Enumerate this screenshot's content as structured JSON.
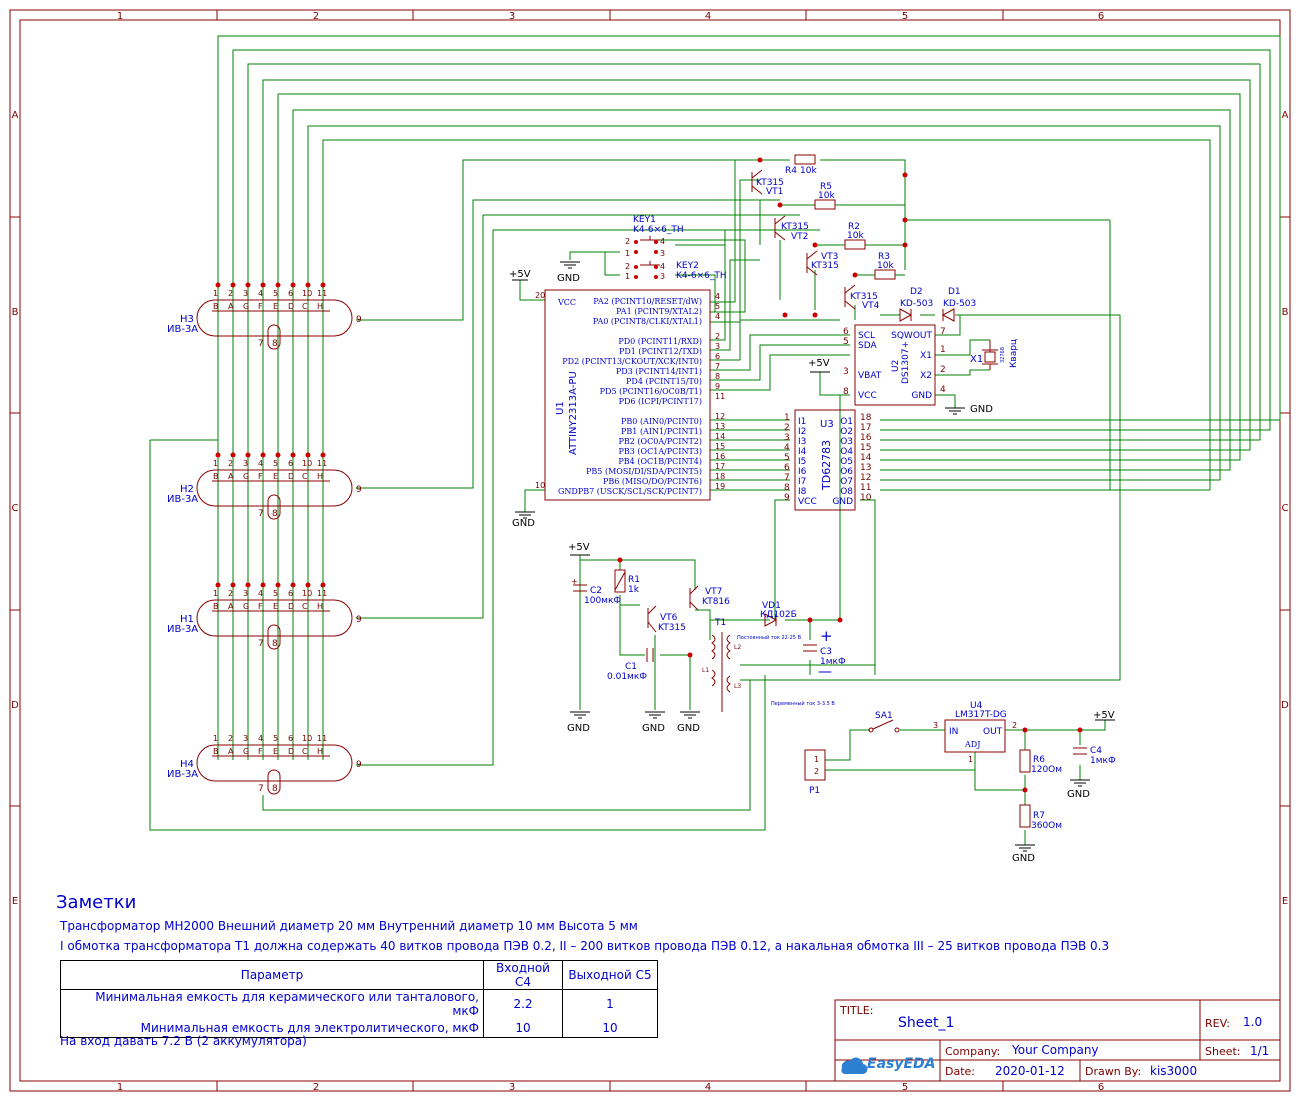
{
  "frame": {
    "columns": [
      "1",
      "2",
      "3",
      "4",
      "5",
      "6"
    ],
    "rows": [
      "A",
      "B",
      "C",
      "D",
      "E"
    ],
    "frame_color": "#8b0000",
    "wire_color": "#008000",
    "component_color": "#8b0000",
    "text_color": "#0000cc"
  },
  "parts": {
    "tubes": [
      {
        "ref": "H3",
        "value": "ИВ-3А",
        "pin9": "9",
        "pin7": "7",
        "pin8": "8"
      },
      {
        "ref": "H2",
        "value": "ИВ-3А",
        "pin9": "9",
        "pin7": "7",
        "pin8": "8"
      },
      {
        "ref": "H1",
        "value": "ИВ-3А",
        "pin9": "9",
        "pin7": "7",
        "pin8": "8"
      },
      {
        "ref": "H4",
        "value": "ИВ-3А",
        "pin9": "9",
        "pin7": "7",
        "pin8": "8"
      }
    ],
    "tube_pins": [
      {
        "seg": "B",
        "num": "1"
      },
      {
        "seg": "A",
        "num": "2"
      },
      {
        "seg": "G",
        "num": "3"
      },
      {
        "seg": "F",
        "num": "4"
      },
      {
        "seg": "E",
        "num": "5"
      },
      {
        "seg": "D",
        "num": "6"
      },
      {
        "seg": "C",
        "num": "10"
      },
      {
        "seg": "H",
        "num": "11"
      }
    ],
    "u1": {
      "ref": "U1",
      "value": "ATTINY2313A-PU",
      "vcc_label": "VCC",
      "gnd_label": "GND",
      "pins_left": [
        {
          "num": "20"
        },
        {
          "num": "10"
        }
      ],
      "pins_right": [
        {
          "name": "PA2 (PCINT10/RESET/dW)",
          "num": "4"
        },
        {
          "name": "PA1 (PCINT9/XTAL2)",
          "num": "5"
        },
        {
          "name": "PA0 (PCINT8/CLKI/XTAL1)",
          "num": "4"
        },
        {
          "name": "PD0 (PCINT11/RXD)",
          "num": "2"
        },
        {
          "name": "PD1 (PCINT12/TXD)",
          "num": "3"
        },
        {
          "name": "PD2 (PCINT13/CKOUT/XCK/INT0)",
          "num": "6"
        },
        {
          "name": "PD3 (PCINT14/INT1)",
          "num": "7"
        },
        {
          "name": "PD4 (PCINT15/T0)",
          "num": "8"
        },
        {
          "name": "PD5 (PCINT16/OC0B/T1)",
          "num": "9"
        },
        {
          "name": "PD6 (ICPI/PCINT17)",
          "num": "11"
        },
        {
          "name": "PB0 (AIN0/PCINT0)",
          "num": "12"
        },
        {
          "name": "PB1 (AIN1/PCINT1)",
          "num": "13"
        },
        {
          "name": "PB2 (OC0A/PCINT2)",
          "num": "14"
        },
        {
          "name": "PB3 (OC1A/PCINT3)",
          "num": "15"
        },
        {
          "name": "PB4 (OC1B/PCINT4)",
          "num": "16"
        },
        {
          "name": "PB5 (MOSI/DI/SDA/PCINT5)",
          "num": "17"
        },
        {
          "name": "PB6 (MISO/DO/PCINT6)",
          "num": "18"
        },
        {
          "name": "PB7 (USCK/SCL/SCK/PCINT7)",
          "num": "19"
        }
      ]
    },
    "u3": {
      "ref": "U3",
      "value": "TD62783",
      "inputs": [
        {
          "name": "I1",
          "num": "1"
        },
        {
          "name": "I2",
          "num": "2"
        },
        {
          "name": "I3",
          "num": "3"
        },
        {
          "name": "I4",
          "num": "4"
        },
        {
          "name": "I5",
          "num": "5"
        },
        {
          "name": "I6",
          "num": "6"
        },
        {
          "name": "I7",
          "num": "7"
        },
        {
          "name": "I8",
          "num": "8"
        },
        {
          "name": "VCC",
          "num": "9"
        }
      ],
      "outputs": [
        {
          "name": "O1",
          "num": "18"
        },
        {
          "name": "O2",
          "num": "17"
        },
        {
          "name": "O3",
          "num": "16"
        },
        {
          "name": "O4",
          "num": "15"
        },
        {
          "name": "O5",
          "num": "14"
        },
        {
          "name": "O6",
          "num": "13"
        },
        {
          "name": "O7",
          "num": "12"
        },
        {
          "name": "O8",
          "num": "11"
        },
        {
          "name": "GND",
          "num": "10"
        }
      ]
    },
    "u2": {
      "ref": "U2",
      "value": "DS1307+",
      "left": [
        {
          "name": "SCL",
          "num": "6"
        },
        {
          "name": "SDA",
          "num": "5"
        },
        {
          "name": "VBAT",
          "num": "3"
        },
        {
          "name": "VCC",
          "num": "8"
        }
      ],
      "right": [
        {
          "name": "SQWOUT",
          "num": "7"
        },
        {
          "name": "X1",
          "num": "1"
        },
        {
          "name": "X2",
          "num": "2"
        },
        {
          "name": "GND",
          "num": "4"
        }
      ]
    },
    "crystal": {
      "ref": "X1",
      "value": "Кварц",
      "freq": "32768"
    },
    "diodes": [
      {
        "ref": "D2",
        "value": "KD-503"
      },
      {
        "ref": "D1",
        "value": "KD-503"
      }
    ],
    "resistors": [
      {
        "ref": "R4",
        "value": "10k"
      },
      {
        "ref": "R5",
        "value": "10k"
      },
      {
        "ref": "R2",
        "value": "10k"
      },
      {
        "ref": "R3",
        "value": "10k"
      },
      {
        "ref": "R1",
        "value": "1k"
      },
      {
        "ref": "R6",
        "value": "120Ом"
      },
      {
        "ref": "R7",
        "value": "360Ом"
      }
    ],
    "transistors": [
      {
        "ref": "VT1",
        "value": "KT315"
      },
      {
        "ref": "VT2",
        "value": "KT315"
      },
      {
        "ref": "VT3",
        "value": "KT315"
      },
      {
        "ref": "VT4",
        "value": "KT315"
      },
      {
        "ref": "VT6",
        "value": "KT315"
      },
      {
        "ref": "VT7",
        "value": "KT816"
      }
    ],
    "keys": [
      {
        "ref": "KEY1",
        "value": "K4-6×6_TH",
        "pins": [
          "2",
          "4",
          "1",
          "3"
        ]
      },
      {
        "ref": "KEY2",
        "value": "K4-6×6_TH",
        "pins": [
          "2",
          "4",
          "1",
          "3"
        ]
      }
    ],
    "caps": [
      {
        "ref": "C2",
        "value": "100мкФ"
      },
      {
        "ref": "C1",
        "value": "0.01мкФ"
      },
      {
        "ref": "C3",
        "value": "1мкФ"
      },
      {
        "ref": "C4",
        "value": "1мкФ"
      }
    ],
    "vd1": {
      "ref": "VD1",
      "value": "КД102Б"
    },
    "t1": {
      "ref": "T1",
      "l1": "L1",
      "l2": "L2",
      "l3": "L3",
      "dc_note": "Постоянный ток 22-25 В",
      "ac_note": "Переменный ток 3-3.5 В"
    },
    "u4": {
      "ref": "U4",
      "value": "LM317T-DG",
      "in": "IN",
      "out": "OUT",
      "adj": "ADJ",
      "pin3": "3",
      "pin2": "2",
      "pin1": "1"
    },
    "sa1": {
      "ref": "SA1"
    },
    "p1": {
      "ref": "P1",
      "pin1": "1",
      "pin2": "2"
    },
    "power": {
      "vcc": "+5V",
      "gnd": "GND"
    },
    "polarity": {
      "plus": "+",
      "minus": "—"
    }
  },
  "notes": {
    "title": "Заметки",
    "line1": "Трансформатор МН2000 Внешний диаметр 20 мм Внутренний диаметр 10 мм Высота 5 мм",
    "line2": "I обмотка трансформатора Т1 должна содержать 40 витков провода ПЭВ 0.2, II – 200 витков провода ПЭВ 0.12, а накальная обмотка III – 25 витков провода ПЭВ 0.3",
    "line3": "На вход давать 7.2 В (2 аккумулятора)",
    "table": {
      "headers": [
        "Параметр",
        "Входной C4",
        "Выходной C5"
      ],
      "rows": [
        [
          "Минимальная емкость для керамического или танталового, мкФ",
          "2.2",
          "1"
        ],
        [
          "Минимальная емкость для электролитического, мкФ",
          "10",
          "10"
        ]
      ]
    }
  },
  "title_block": {
    "title_label": "TITLE:",
    "title": "Sheet_1",
    "rev_label": "REV:",
    "rev": "1.0",
    "company_label": "Company:",
    "company": "Your Company",
    "sheet_label": "Sheet:",
    "sheet": "1/1",
    "date_label": "Date:",
    "date": "2020-01-12",
    "drawn_label": "Drawn By:",
    "drawn": "kis3000",
    "logo": "EasyEDA"
  }
}
